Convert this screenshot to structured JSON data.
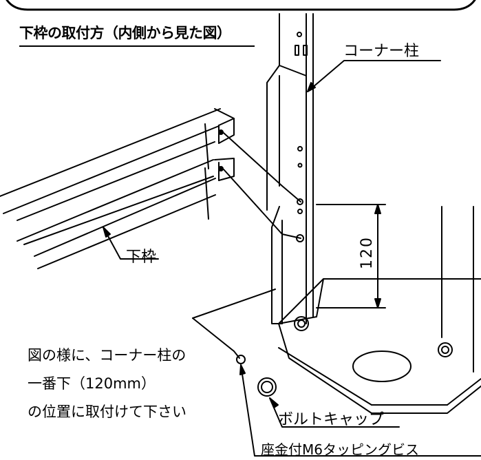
{
  "title": "下枠の取付方（内側から見た図）",
  "labels": {
    "corner_post": "コーナー柱",
    "lower_frame": "下枠",
    "bolt_cap": "ボルトキャップ",
    "tapping_screw": "座金付M6タッピングビス",
    "dimension": "120"
  },
  "note": {
    "line1": "図の様に、コーナー柱の",
    "line2": "一番下（120mm）",
    "line3": "の位置に取付けて下さい"
  },
  "colors": {
    "line": "#000000",
    "background": "#ffffff"
  }
}
